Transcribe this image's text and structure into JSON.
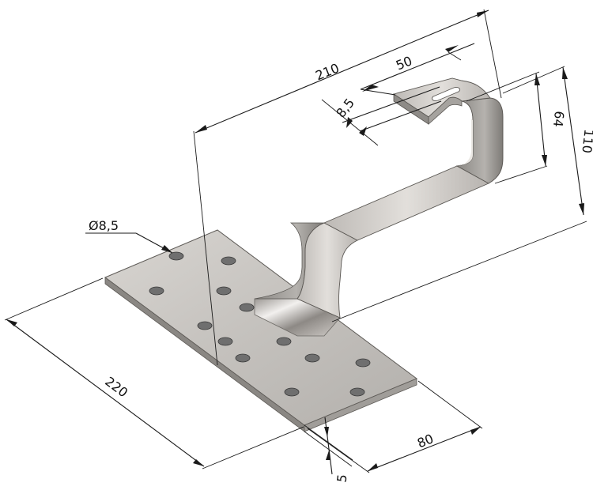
{
  "dimensions": {
    "overall_length": "210",
    "hook_length": "50",
    "slot_width": "8,5",
    "hook_height": "64",
    "overall_height": "110",
    "hole_diameter": "Ø8,5",
    "plate_length": "220",
    "plate_width": "80",
    "plate_thickness": "5"
  },
  "colors": {
    "plate_top": "#c9c6c2",
    "plate_edge": "#7d7a76",
    "hook_light": "#d6d3cf",
    "hook_dark": "#8e8b87",
    "line": "#1a1a1a"
  }
}
